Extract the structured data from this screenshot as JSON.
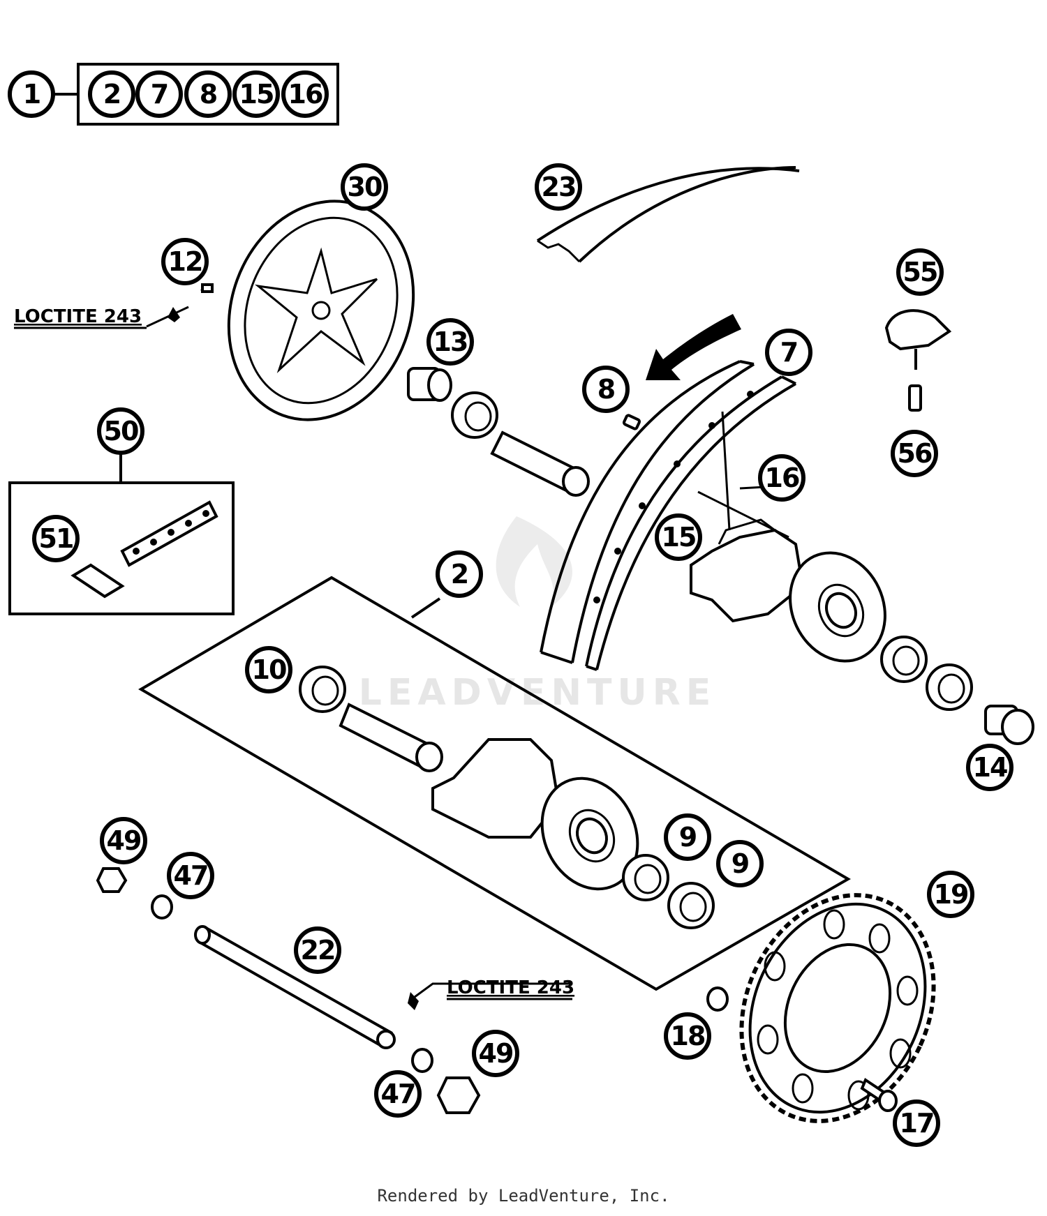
{
  "kit_header": {
    "main": "1",
    "contains": [
      "2",
      "7",
      "8",
      "15",
      "16"
    ]
  },
  "callouts": {
    "c2": "2",
    "c7": "7",
    "c8": "8",
    "c9a": "9",
    "c9b": "9",
    "c10": "10",
    "c12": "12",
    "c13": "13",
    "c14": "14",
    "c15": "15",
    "c16": "16",
    "c17": "17",
    "c18": "18",
    "c19": "19",
    "c22": "22",
    "c23": "23",
    "c30": "30",
    "c47a": "47",
    "c47b": "47",
    "c49a": "49",
    "c49b": "49",
    "c50": "50",
    "c51": "51",
    "c55": "55",
    "c56": "56"
  },
  "notes": {
    "loctite_top": "LOCTITE 243",
    "loctite_bottom": "LOCTITE 243"
  },
  "watermark": "LEADVENTURE",
  "footer": "Rendered by LeadVenture, Inc."
}
